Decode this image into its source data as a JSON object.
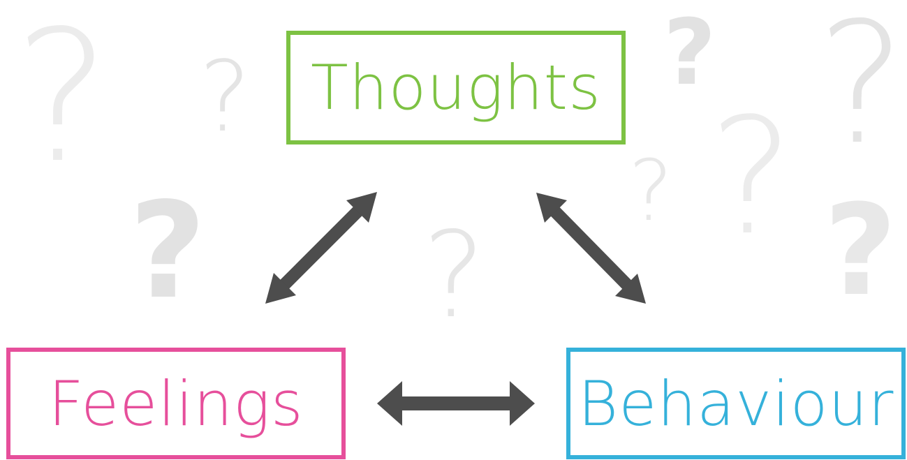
{
  "boxes": {
    "thoughts": {
      "label": "Thoughts",
      "color": "#7dc243"
    },
    "feelings": {
      "label": "Feelings",
      "color": "#e64f9b"
    },
    "behaviour": {
      "label": "Behaviour",
      "color": "#35b1da"
    }
  },
  "arrow_color": "#4d4d4d",
  "question_mark_color": "#e6e6e6",
  "question_mark_glyph": "?"
}
